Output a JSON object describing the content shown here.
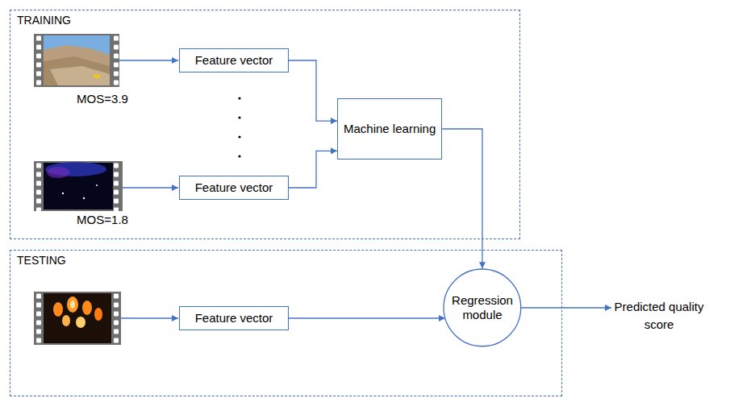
{
  "diagram": {
    "nodes": [
      {
        "text": [
          "TRAINING"
        ]
      },
      {
        "text": [
          "Feature vector"
        ],
        "in": 0
      },
      {
        "text": [
          "Feature vector"
        ],
        "in": 0
      },
      {
        "text": [
          "Machine learning"
        ],
        "in": 0
      },
      {
        "text": [
          "TESTING"
        ]
      },
      {
        "text": [
          "Feature vector"
        ],
        "in": 4
      },
      {
        "text": [
          "Regression module"
        ],
        "in": 4
      }
    ],
    "edges": [
      {
        "from": 1,
        "to": 3,
        "arrow": "to"
      },
      {
        "from": 2,
        "to": 3,
        "arrow": "to"
      },
      {
        "from": 3,
        "to": 6,
        "arrow": "to"
      },
      {
        "from": 5,
        "to": 6,
        "arrow": "to"
      }
    ],
    "labels": [
      "MOS=3.9",
      "MOS=1.8",
      "Predicted quality score"
    ]
  }
}
